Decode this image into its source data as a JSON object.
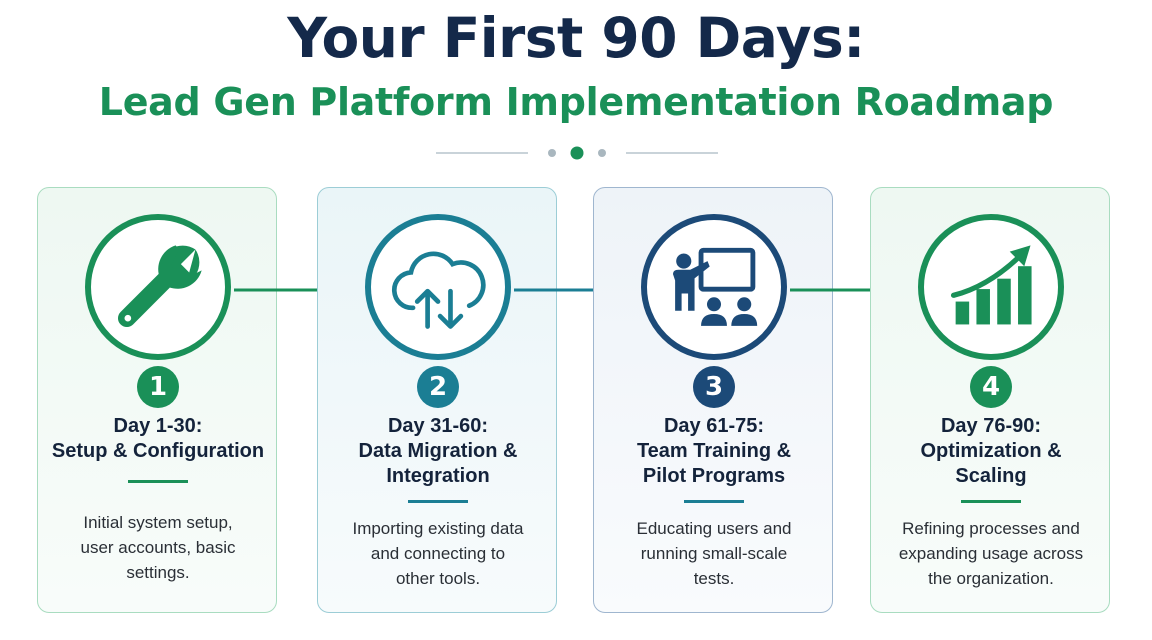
{
  "header": {
    "title": "Your First 90 Days:",
    "subtitle": "Lead Gen Platform Implementation Roadmap"
  },
  "colors": {
    "green": "#1a9058",
    "teal": "#1b7e94",
    "navy": "#1c4a78",
    "title": "#14294a"
  },
  "steps": [
    {
      "number": "1",
      "phase_line1": "Day 1-30:",
      "phase_line2": "Setup & Configuration",
      "desc_line1": "Initial system setup,",
      "desc_line2": "user accounts, basic",
      "desc_line3": "settings.",
      "icon": "wrench-icon"
    },
    {
      "number": "2",
      "phase_line1": "Day 31-60:",
      "phase_line2": "Data Migration &",
      "phase_line3": "Integration",
      "desc_line1": "Importing existing data",
      "desc_line2": "and connecting to",
      "desc_line3": "other tools.",
      "icon": "cloud-sync-icon"
    },
    {
      "number": "3",
      "phase_line1": "Day 61-75:",
      "phase_line2": "Team Training &",
      "phase_line3": "Pilot Programs",
      "desc_line1": "Educating users and",
      "desc_line2": "running small-scale",
      "desc_line3": "tests.",
      "icon": "presentation-icon"
    },
    {
      "number": "4",
      "phase_line1": "Day 76-90:",
      "phase_line2": "Optimization &",
      "phase_line3": "Scaling",
      "desc_line1": "Refining processes and",
      "desc_line2": "expanding usage across",
      "desc_line3": "the organization.",
      "icon": "growth-chart-icon"
    }
  ]
}
